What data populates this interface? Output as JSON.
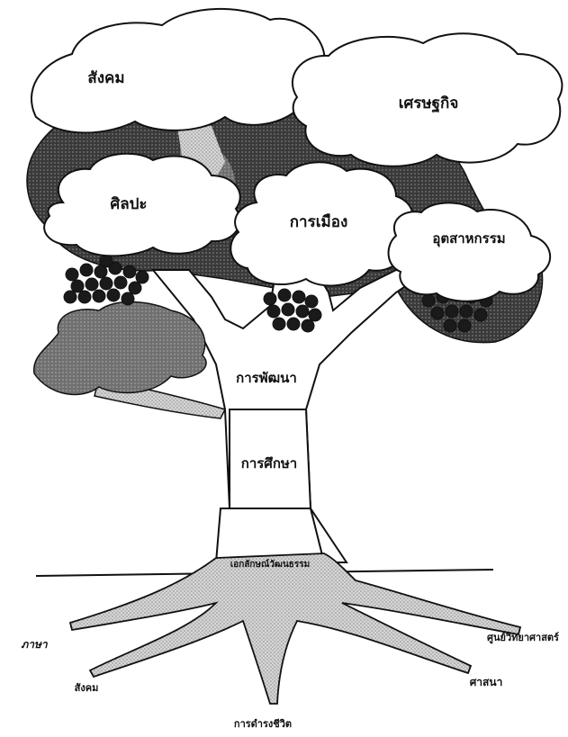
{
  "canopy_labels": {
    "society": "สังคม",
    "economy": "เศรษฐกิจ",
    "art": "ศิลปะ",
    "politics": "การเมือง",
    "industry": "อุตสาหกรรม"
  },
  "trunk_labels": {
    "development": "การพัฒนา",
    "education": "การศึกษา",
    "culture": "เอกลักษณ์วัฒนธรรม"
  },
  "root_labels": {
    "language": "ภาษา",
    "society": "สังคม",
    "way_of_life": "การดำรงชีวิต",
    "religion": "ศาสนา",
    "science_center": "ศูนย์วิทยาศาสตร์"
  },
  "colors": {
    "ink": "#111111",
    "dark_foliage": "#2b2b2b",
    "mid_foliage": "#6e6e6e",
    "light_shade": "#c8c8c8",
    "cloud": "#ffffff"
  }
}
